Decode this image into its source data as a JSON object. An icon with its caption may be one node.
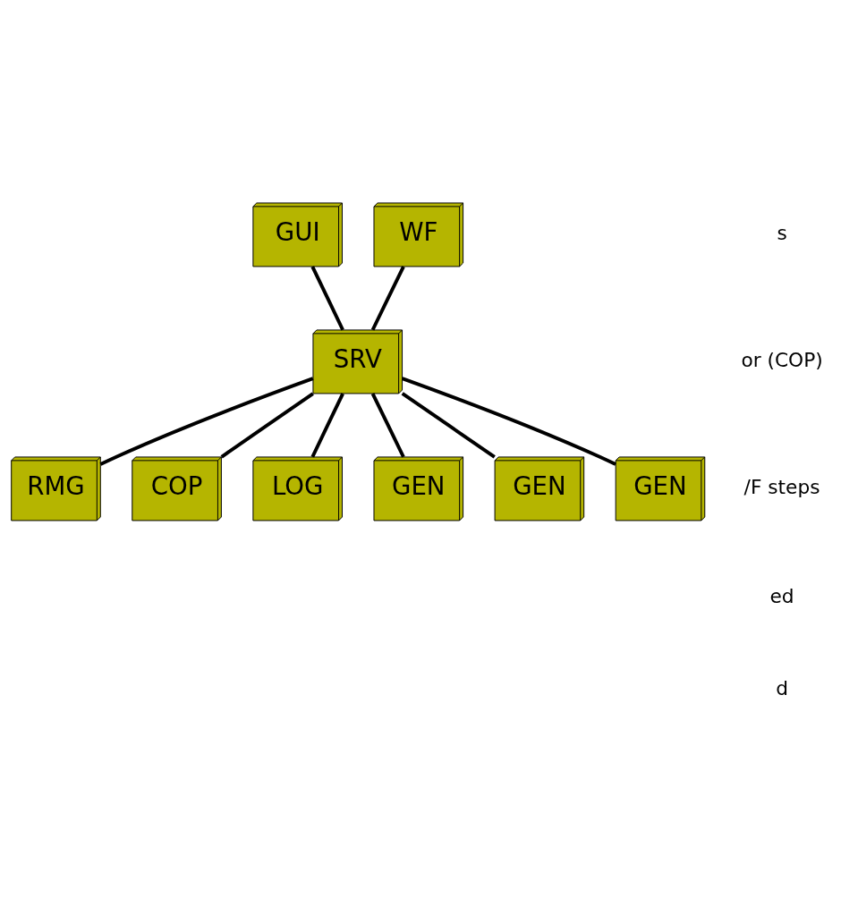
{
  "diagram": {
    "nodes": [
      {
        "text": [
          "GUI"
        ]
      },
      {
        "text": [
          "WF"
        ]
      },
      {
        "text": [
          "RMG"
        ]
      },
      {
        "text": [
          "SRV"
        ]
      },
      {
        "text": [
          "COP"
        ]
      },
      {
        "text": [
          "LOG"
        ]
      },
      {
        "text": [
          "GEN"
        ]
      },
      {
        "text": [
          "GEN"
        ]
      },
      {
        "text": [
          "GEN"
        ]
      }
    ],
    "edges": [
      {
        "from": 0,
        "to": 3,
        "arrow": "none"
      },
      {
        "from": 1,
        "to": 3,
        "arrow": "none"
      },
      {
        "from": 3,
        "to": 2,
        "arrow": "none"
      },
      {
        "from": 3,
        "to": 4,
        "arrow": "none"
      },
      {
        "from": 3,
        "to": 5,
        "arrow": "none"
      },
      {
        "from": 3,
        "to": 6,
        "arrow": "none"
      },
      {
        "from": 3,
        "to": 7,
        "arrow": "none"
      },
      {
        "from": 3,
        "to": 8,
        "arrow": "none"
      }
    ],
    "labels": [
      "s",
      "or (COP)",
      "/F steps",
      "ed",
      "d"
    ]
  }
}
